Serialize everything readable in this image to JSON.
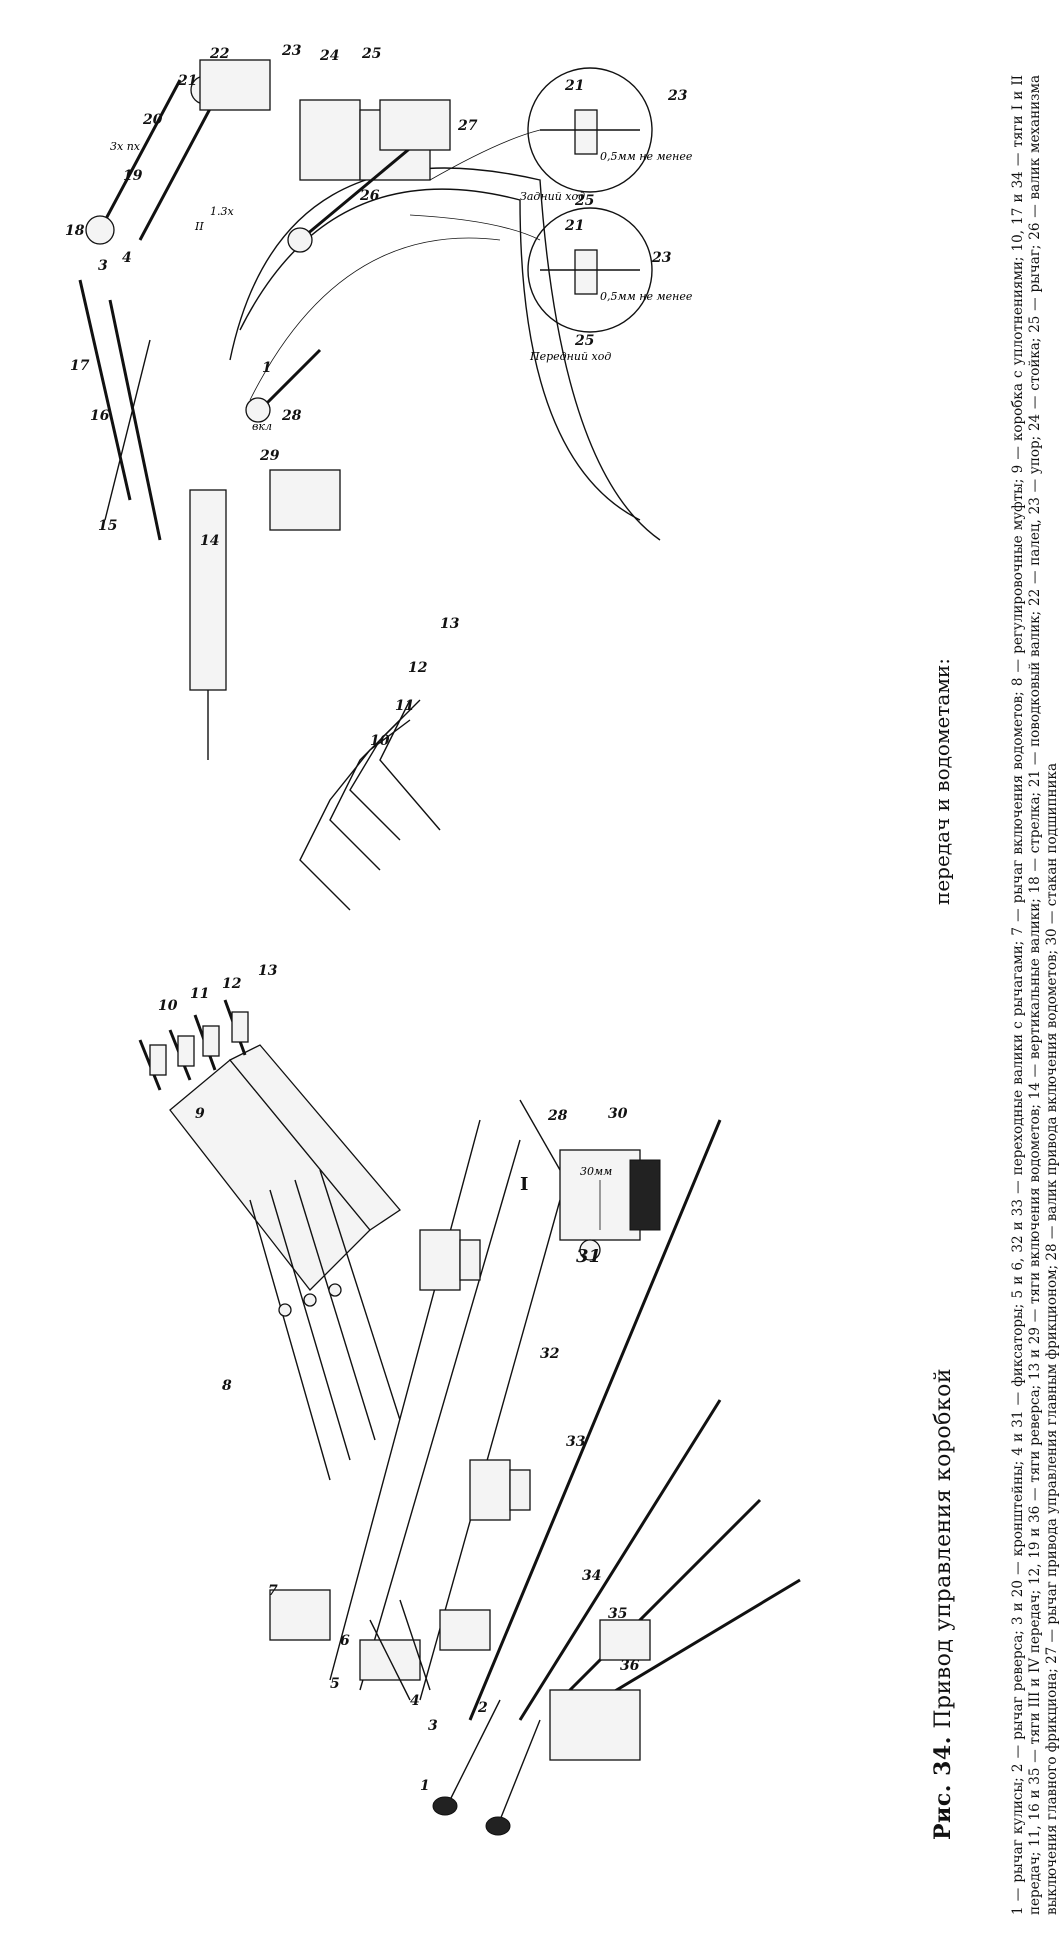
{
  "caption": {
    "prefix": "Рис. 34.",
    "title_part1": "Привод управления коробкой",
    "title_part2": "передач и водометами:"
  },
  "legend": {
    "left_text": "1 — рычаг кулисы; 2 — рычаг реверса; 3 и 20 — кронштейны; 4 и 31 — фиксаторы; 5 и 6, 32 и 33 — переходные валики с рычагами; 7 — рычаг включения водометов; 8 — регулировочные муфты; 9 — коробка с уплотнениями; 10, 17 и 34 — тяги I и II передач; 11, 16 и 35 — тяги III и IV передач; 12, 19 и 36 — тяги реверса; 13 и 29 — тяги включения водометов; 14 — вертикальные валики; 18 — стрелка; 21 — поводковый валик; 22 — палец, 23 — упор; 24 — стойка; 25 — рычаг; 26 — валик механизма выключения главного фрикциона; 27 — рычаг привода управления главным фрикционом; 28 — валик привода включения водометов; 30 — стакан подшипника"
  },
  "diagram_left": {
    "callouts": [
      "1",
      "2",
      "3",
      "4",
      "5",
      "6",
      "7",
      "8",
      "9",
      "10",
      "11",
      "12",
      "13",
      "28",
      "30",
      "31",
      "32",
      "33",
      "34",
      "35",
      "36"
    ],
    "detail_label": "I",
    "dim_label": "30мм"
  },
  "diagram_right": {
    "callouts": [
      "1",
      "10",
      "11",
      "12",
      "13",
      "14",
      "15",
      "16",
      "17",
      "18",
      "19",
      "20",
      "21",
      "22",
      "23",
      "24",
      "25",
      "26",
      "27",
      "28",
      "29",
      "3",
      "4",
      "21",
      "23",
      "25",
      "21",
      "23",
      "25"
    ],
    "labels": {
      "vkl": "вкл",
      "gear_3x": "3х пх",
      "gear_13x": "1.3х",
      "gear_ii": "II",
      "front": "Передний ход",
      "rear": "Задний ход",
      "dim_front": "0,5мм не менее",
      "dim_rear": "0,5мм не менее"
    }
  }
}
